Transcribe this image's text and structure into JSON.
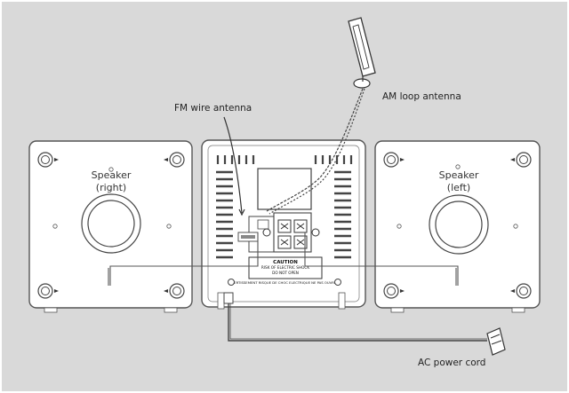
{
  "colors": {
    "background": "#d9d9d9",
    "panel": "#ffffff",
    "outline": "#555555"
  },
  "labels": {
    "fm_antenna": "FM wire antenna",
    "am_antenna": "AM loop antenna",
    "ac_cord": "AC power cord"
  },
  "speakers": {
    "right": {
      "line1": "Speaker",
      "line2": "(right)"
    },
    "left": {
      "line1": "Speaker",
      "line2": "(left)"
    }
  },
  "caution": {
    "line1": "CAUTION",
    "line2": "RISK OF ELECTRIC SHOCK",
    "line3": "DO NOT OPEN",
    "line4": "AVERTISSEMENT RISQUE DE CHOC ELECTRIQUE NE PAS OUVRIR"
  }
}
